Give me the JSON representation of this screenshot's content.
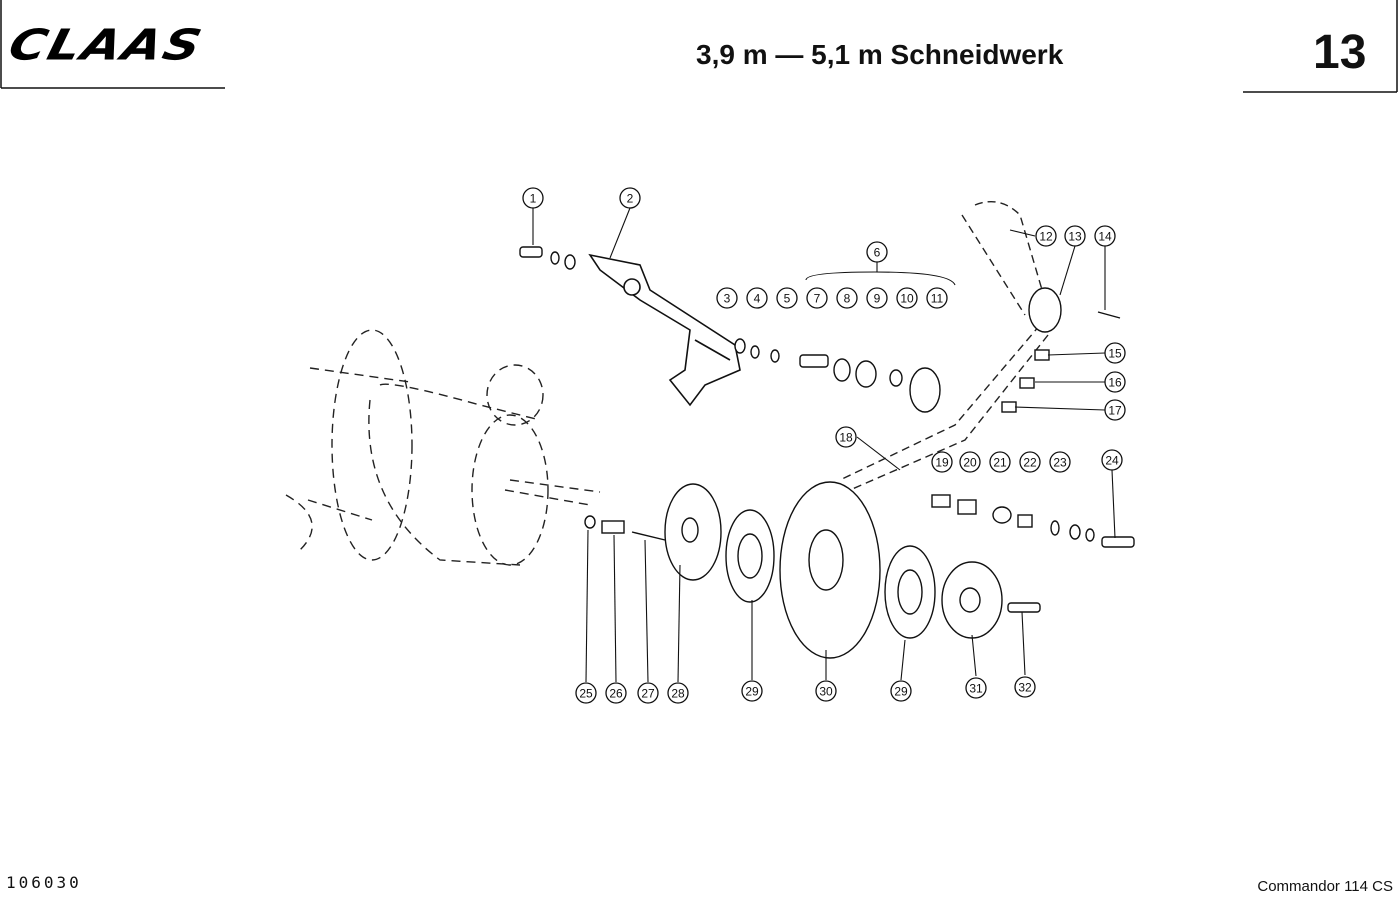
{
  "header": {
    "brand": "CLAAS",
    "title": "3,9 m — 5,1 m Schneidwerk",
    "page_number": "13"
  },
  "footer": {
    "doc_number": "106030",
    "model": "Commandor 114 CS"
  },
  "callouts": [
    "1",
    "2",
    "3",
    "4",
    "5",
    "6",
    "7",
    "8",
    "9",
    "10",
    "11",
    "12",
    "13",
    "14",
    "15",
    "16",
    "17",
    "18",
    "19",
    "20",
    "21",
    "22",
    "23",
    "24",
    "25",
    "26",
    "27",
    "28",
    "29",
    "30",
    "29",
    "31",
    "32"
  ]
}
